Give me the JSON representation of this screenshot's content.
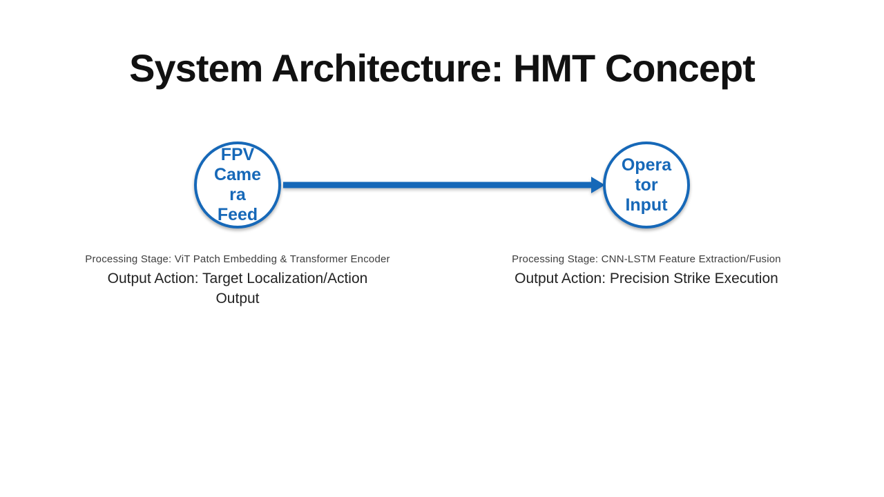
{
  "slide": {
    "title": "System Architecture: HMT Concept"
  },
  "colors": {
    "accent_blue": "#1668b8",
    "title_text": "#111111",
    "caption_text": "#3d3d3d",
    "body_text": "#222222",
    "slide_bg": "#ffffff"
  },
  "diagram": {
    "nodes": [
      {
        "id": "fpv-camera-feed",
        "label": "FPV\nCame\nra\nFeed",
        "processing_stage": "Processing Stage: ViT Patch Embedding & Transformer Encoder",
        "output_action": "Output Action: Target Localization/Action\nOutput"
      },
      {
        "id": "operator-input",
        "label": "Opera\ntor\nInput",
        "processing_stage": "Processing Stage: CNN-LSTM Feature Extraction/Fusion",
        "output_action": "Output Action: Precision Strike Execution"
      }
    ],
    "connector": {
      "type": "arrow",
      "from": "fpv-camera-feed",
      "to": "operator-input",
      "direction": "left-to-right"
    }
  }
}
